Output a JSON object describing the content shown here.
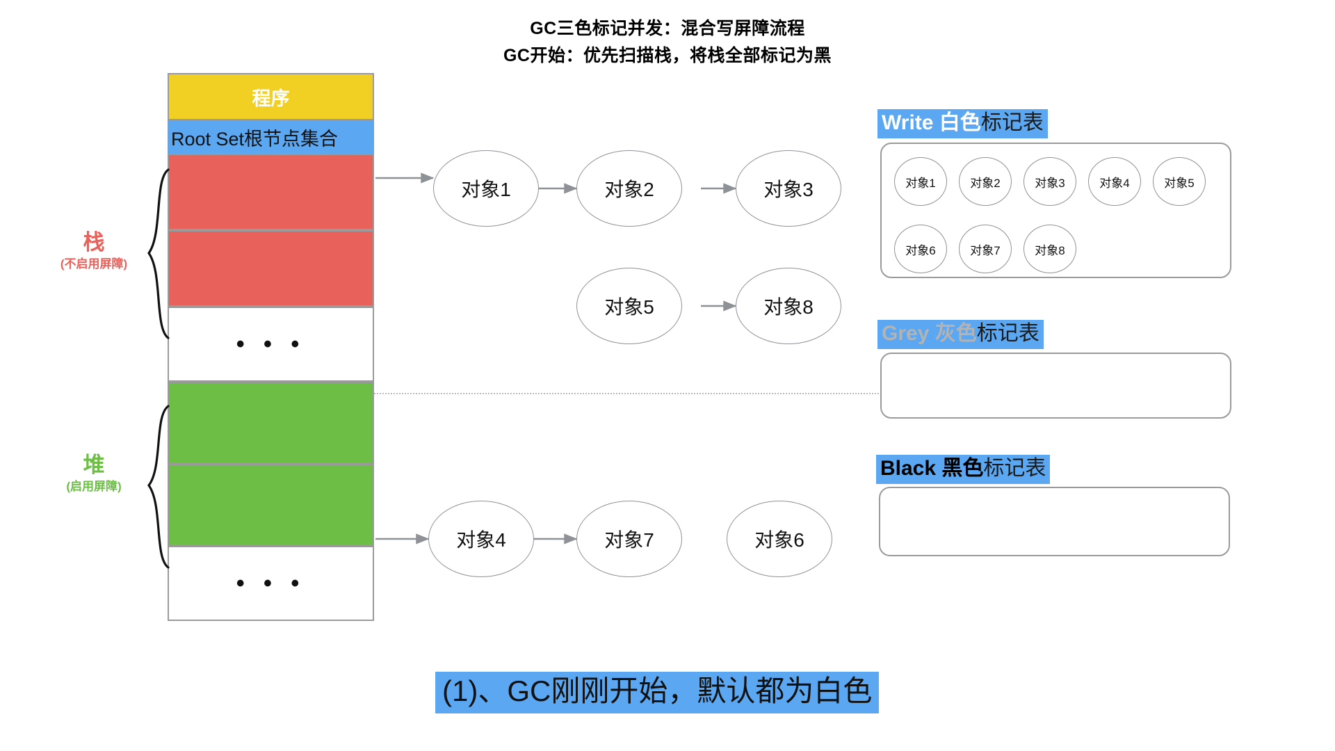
{
  "title": {
    "line1": "GC三色标记并发：混合写屏障流程",
    "line2": "GC开始：优先扫描栈，将栈全部标记为黑"
  },
  "memory": {
    "program_label": "程序",
    "rootset_label": "Root Set根节点集合",
    "ellipsis": "• • •",
    "stack": {
      "name": "栈",
      "note": "(不启用屏障)",
      "color": "#E8615A"
    },
    "heap": {
      "name": "堆",
      "note": "(启用屏障)",
      "color": "#6CBE45"
    },
    "colors": {
      "program": "#F2CF23",
      "rootset": "#5BA7F1",
      "stack_block": "#E8615A",
      "heap_block": "#6CBE45",
      "border": "#9a9a9a"
    }
  },
  "graph": {
    "nodes": [
      {
        "id": "n1",
        "label": "对象1"
      },
      {
        "id": "n2",
        "label": "对象2"
      },
      {
        "id": "n3",
        "label": "对象3"
      },
      {
        "id": "n5",
        "label": "对象5"
      },
      {
        "id": "n8",
        "label": "对象8"
      },
      {
        "id": "n4",
        "label": "对象4"
      },
      {
        "id": "n7",
        "label": "对象7"
      },
      {
        "id": "n6",
        "label": "对象6"
      }
    ],
    "edges": [
      {
        "from": "root-stack",
        "to": "n1"
      },
      {
        "from": "n1",
        "to": "n2"
      },
      {
        "from": "n2",
        "to": "n3"
      },
      {
        "from": "n5",
        "to": "n8"
      },
      {
        "from": "root-heap",
        "to": "n4"
      },
      {
        "from": "n4",
        "to": "n7"
      }
    ]
  },
  "tables": [
    {
      "key": "white",
      "title_en": "Write",
      "title_cn_colored": " 白色",
      "title_rest": "标记表",
      "en_color": "#ffffff",
      "cn_color": "#ffffff",
      "items": [
        "对象1",
        "对象2",
        "对象3",
        "对象4",
        "对象5",
        "对象6",
        "对象7",
        "对象8"
      ]
    },
    {
      "key": "grey",
      "title_en": "Grey",
      "title_cn_colored": " 灰色",
      "title_rest": "标记表",
      "en_color": "#b3b3b3",
      "cn_color": "#b3b3b3",
      "items": []
    },
    {
      "key": "black",
      "title_en": "Black",
      "title_cn_colored": " 黑色",
      "title_rest": "标记表",
      "en_color": "#000000",
      "cn_color": "#000000",
      "items": []
    }
  ],
  "caption": "(1)、GC刚刚开始，默认都为白色",
  "accent": {
    "highlight": "#5BA7F1"
  }
}
